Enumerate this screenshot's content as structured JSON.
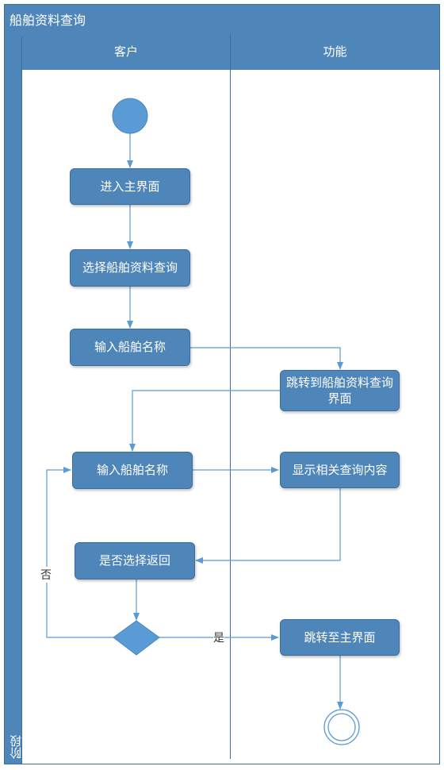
{
  "title": "船舶资料查询",
  "stage_label": "阶段",
  "lanes": [
    {
      "label": "客户"
    },
    {
      "label": "功能"
    }
  ],
  "nodes": {
    "enter_main": "进入主界面",
    "select_query": "选择船舶资料查询",
    "input_name_1": "输入船舶名称",
    "jump_query": "跳转到船舶资料查询界面",
    "input_name_2": "输入船舶名称",
    "show_result": "显示相关查询内容",
    "choose_return": "是否选择返回",
    "jump_main": "跳转至主界面"
  },
  "edge_labels": {
    "no": "否",
    "yes": "是"
  },
  "colors": {
    "header_fill": "#4f86b9",
    "node_fill": "#4f86b9",
    "start_fill": "#5b9bd5",
    "edge": "#5b9bd5"
  }
}
